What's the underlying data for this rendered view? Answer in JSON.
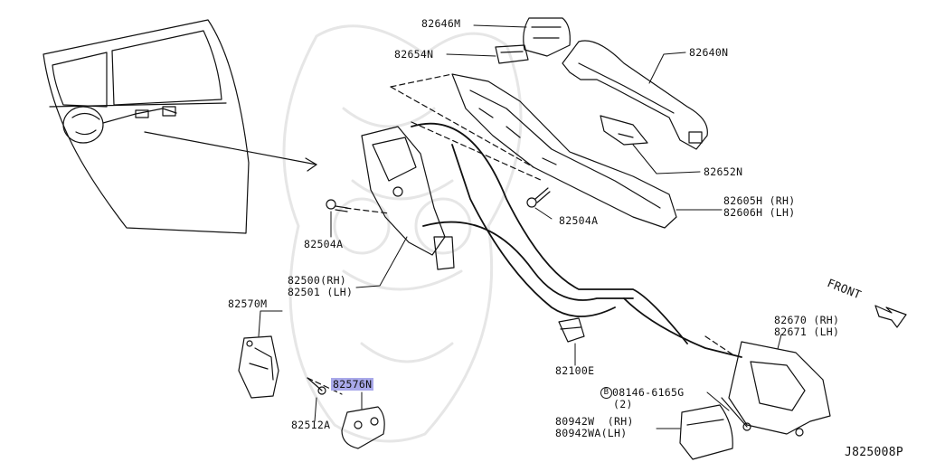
{
  "diagram_id": "J825008P",
  "direction_label": "FRONT",
  "highlight_color": "#a9a9ea",
  "line_color": "#111111",
  "parts": [
    {
      "id": "p82646M",
      "lines": [
        "82646M"
      ]
    },
    {
      "id": "p82654N",
      "lines": [
        "82654N"
      ]
    },
    {
      "id": "p82640N",
      "lines": [
        "82640N"
      ]
    },
    {
      "id": "p82652N",
      "lines": [
        "82652N"
      ]
    },
    {
      "id": "p82605H",
      "lines": [
        "82605H (RH)",
        "82606H (LH)"
      ]
    },
    {
      "id": "p82504A_r",
      "lines": [
        "82504A"
      ]
    },
    {
      "id": "p82504A_l",
      "lines": [
        "82504A"
      ]
    },
    {
      "id": "p82500",
      "lines": [
        "82500(RH)",
        "82501 (LH)"
      ]
    },
    {
      "id": "p82570M",
      "lines": [
        "82570M"
      ]
    },
    {
      "id": "p82576N",
      "lines": [
        "82576N"
      ],
      "highlighted": true
    },
    {
      "id": "p82512A",
      "lines": [
        "82512A"
      ]
    },
    {
      "id": "p82100E",
      "lines": [
        "82100E"
      ]
    },
    {
      "id": "p08146",
      "lines": [
        "08146-6165G",
        "(2)"
      ],
      "symbol": "B"
    },
    {
      "id": "p80942W",
      "lines": [
        "80942W  (RH)",
        "80942WA(LH)"
      ]
    },
    {
      "id": "p82670",
      "lines": [
        "82670 (RH)",
        "82671 (LH)"
      ]
    }
  ]
}
